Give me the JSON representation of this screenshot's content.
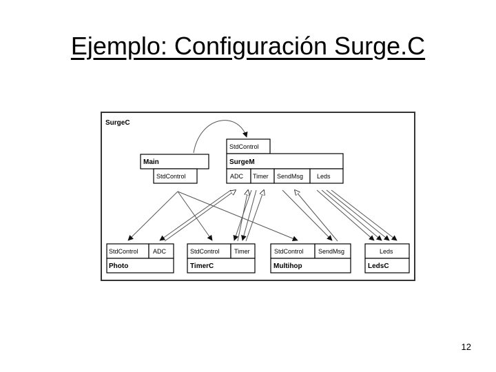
{
  "slide": {
    "title": "Ejemplo: Configuración Surge.C",
    "page_number": "12"
  },
  "diagram": {
    "configuration": "SurgeC",
    "components": {
      "main": {
        "name": "Main",
        "interfaces": [
          "StdControl"
        ]
      },
      "surgem": {
        "name": "SurgeM",
        "provides": "StdControl",
        "interfaces": [
          "ADC",
          "Timer",
          "SendMsg",
          "Leds"
        ]
      },
      "photo": {
        "name": "Photo",
        "interfaces": [
          "StdControl",
          "ADC"
        ]
      },
      "timerc": {
        "name": "TimerC",
        "interfaces": [
          "StdControl",
          "Timer"
        ]
      },
      "multihop": {
        "name": "Multihop",
        "interfaces": [
          "StdControl",
          "SendMsg"
        ]
      },
      "ledsc": {
        "name": "LedsC",
        "interfaces": [
          "Leds"
        ]
      }
    }
  },
  "colors": {
    "box_border": "#000000",
    "line": "#555555",
    "diagram_border": "#333333"
  }
}
